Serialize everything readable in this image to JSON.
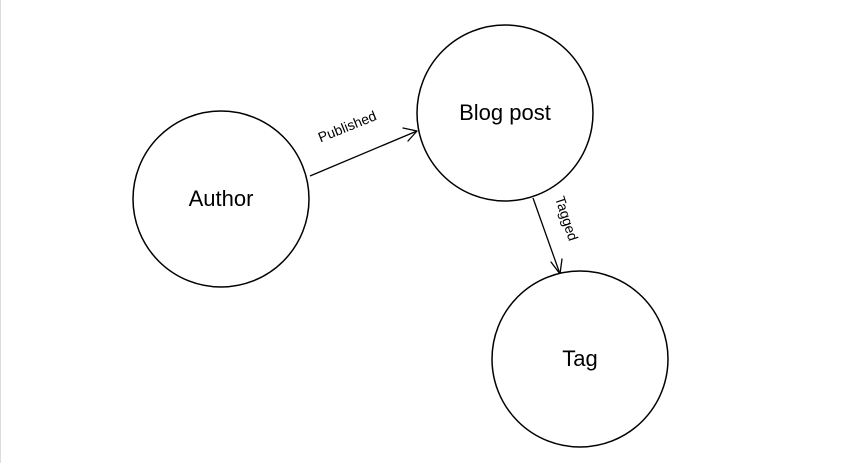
{
  "diagram": {
    "nodes": {
      "author": {
        "label": "Author"
      },
      "blog_post": {
        "label": "Blog post"
      },
      "tag": {
        "label": "Tag"
      }
    },
    "edges": {
      "published": {
        "label": "Published",
        "from": "Author",
        "to": "Blog post"
      },
      "tagged": {
        "label": "Tagged",
        "from": "Blog post",
        "to": "Tag"
      }
    }
  }
}
